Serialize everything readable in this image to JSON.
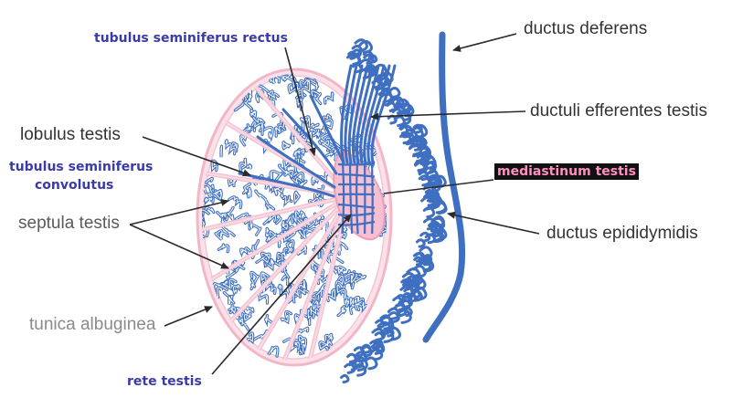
{
  "labels": {
    "ductus_deferens": "ductus deferens",
    "tubulus_rectus": "tubulus seminiferus rectus",
    "ductuli_efferentes": "ductuli efferentes testis",
    "lobulus_testis": "lobulus testis",
    "tubulus_convolutus_line1": "tubulus seminiferus",
    "tubulus_convolutus_line2": "convolutus",
    "mediastinum_testis": "mediastinum testis",
    "septula_testis": "septula testis",
    "ductus_epididymidis": "ductus epididymidis",
    "tunica_albuginea": "tunica albuginea",
    "rete_testis": "rete testis"
  },
  "colors": {
    "tubule": "#3f6fc0",
    "tubule_fill": "#ffffff",
    "tunica": "#f2b6c6",
    "septa": "#f4c4d2",
    "mediastinum": "#ee9fb8",
    "blue_label": "#3a3aa8",
    "highlight_bg": "#111111",
    "highlight_text": "#ff8fc0",
    "arrow": "#2a2a2a"
  }
}
